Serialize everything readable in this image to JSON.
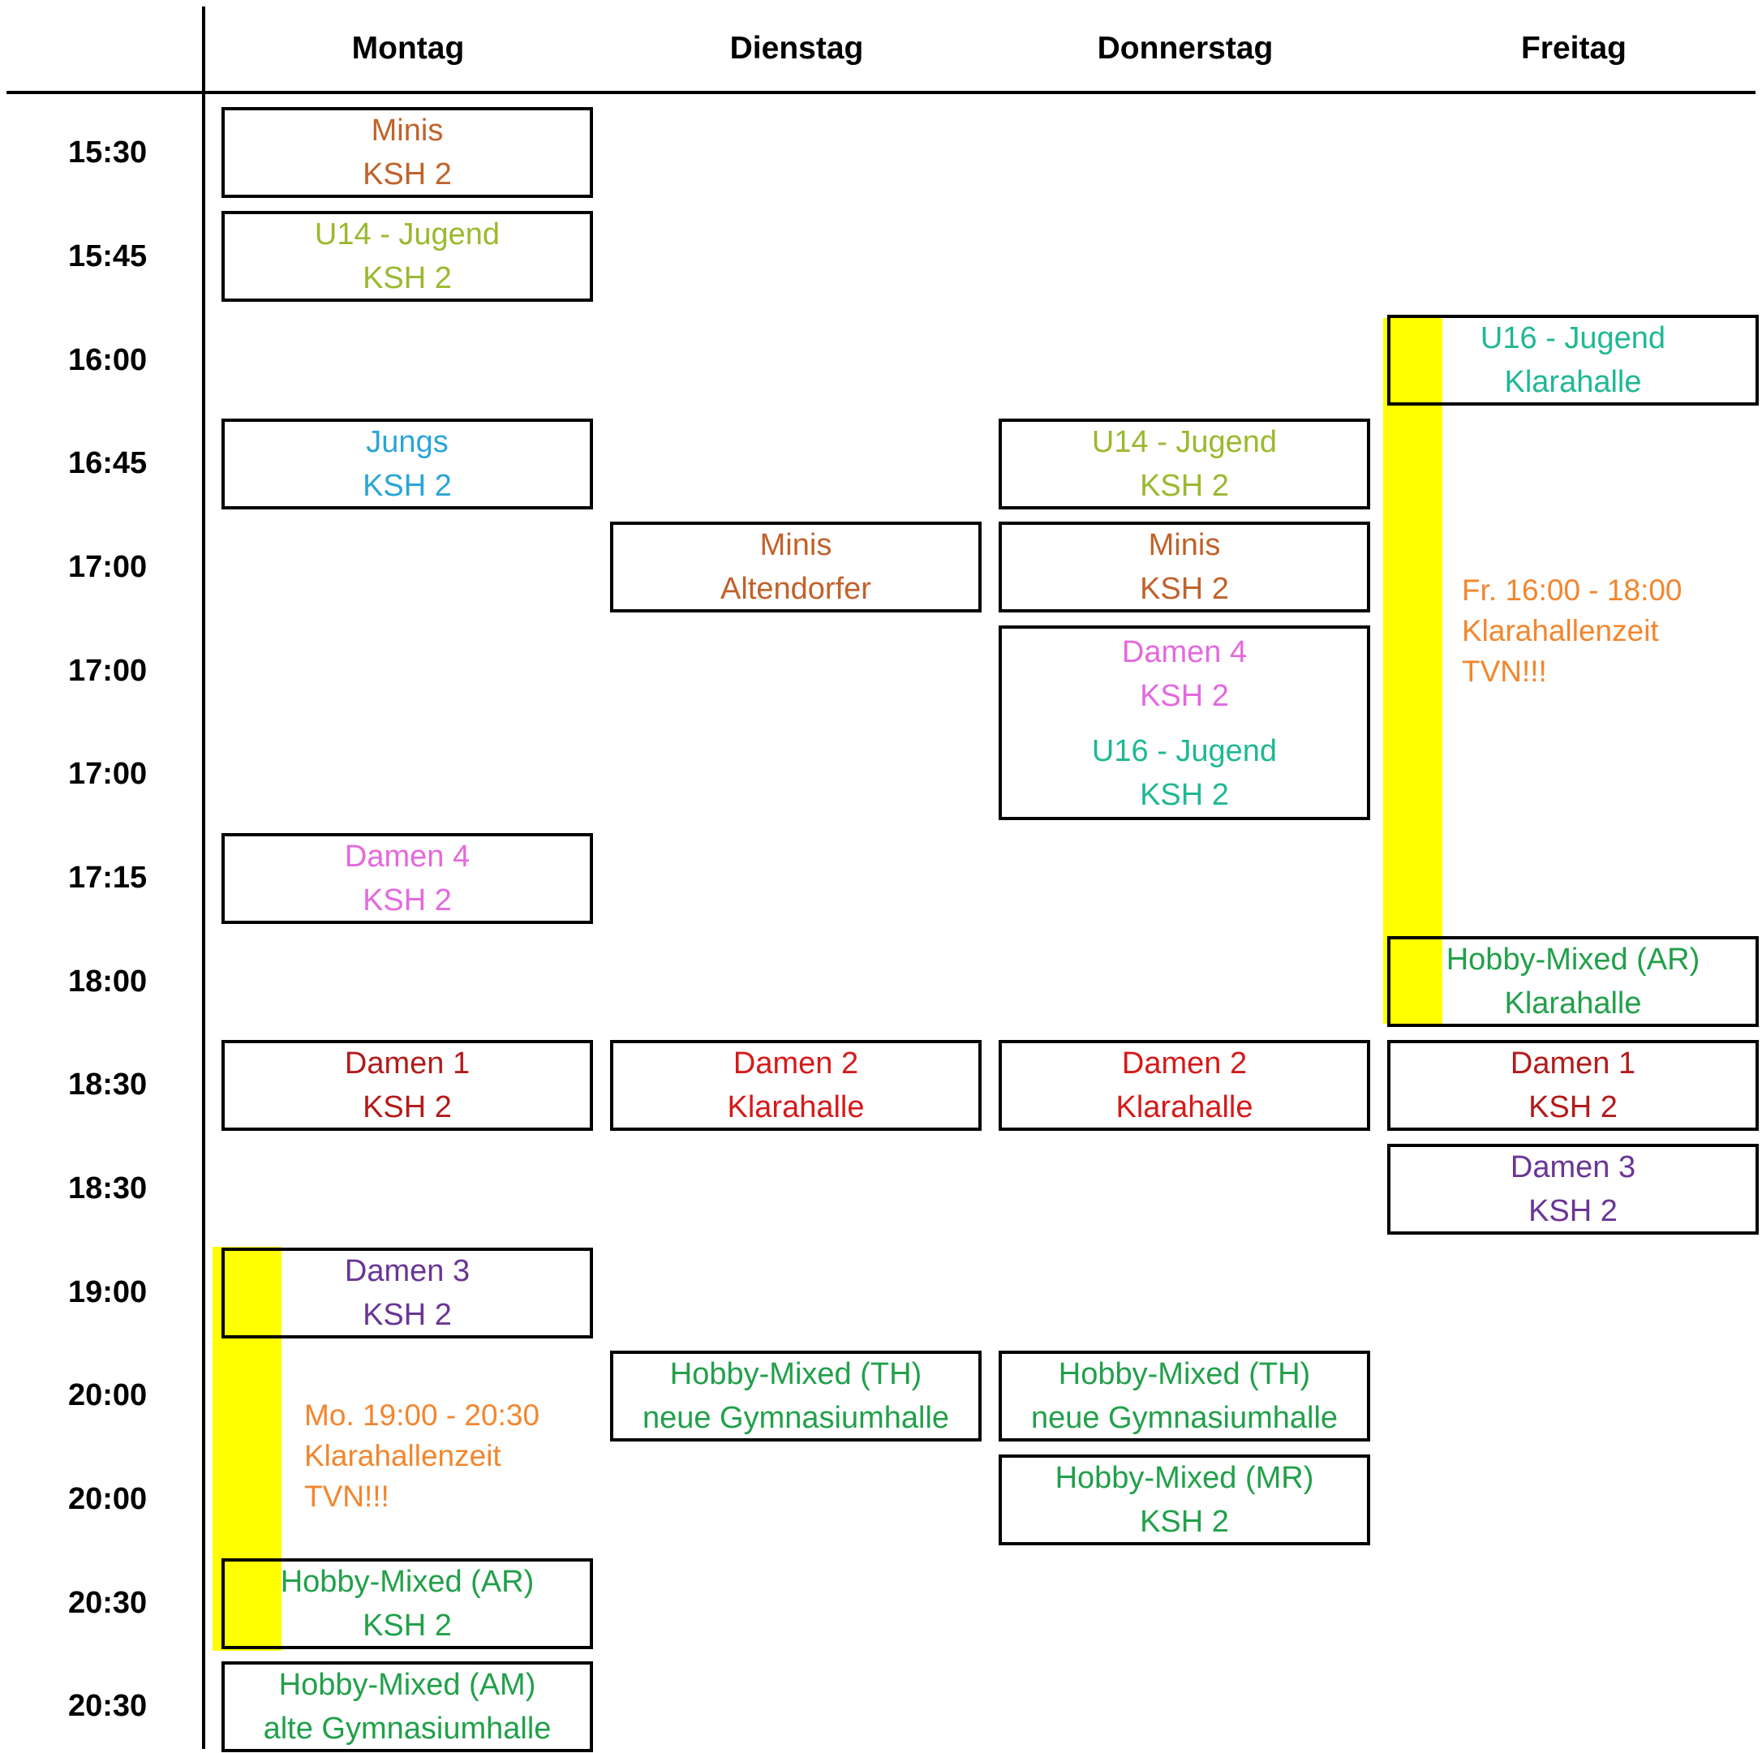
{
  "colors": {
    "minis": "#c0622b",
    "u14": "#9ab92e",
    "u16": "#1fb894",
    "jungs": "#2aa5d8",
    "damen1": "#b31b1b",
    "damen2": "#d51a1a",
    "damen3": "#6a3596",
    "damen4": "#e469de",
    "hobby": "#22a04a",
    "note": "#f2862e",
    "highlight": "#ffff00"
  },
  "days": [
    "Montag",
    "Dienstag",
    "Donnerstag",
    "Freitag"
  ],
  "times": [
    "15:30",
    "15:45",
    "16:00",
    "16:45",
    "17:00",
    "17:00",
    "17:00",
    "17:15",
    "18:00",
    "18:30",
    "18:30",
    "19:00",
    "20:00",
    "20:00",
    "20:30",
    "20:30"
  ],
  "sessions": {
    "mo_minis": [
      "Minis",
      "KSH 2"
    ],
    "mo_u14": [
      "U14 - Jugend",
      "KSH 2"
    ],
    "mo_jungs": [
      "Jungs",
      "KSH 2"
    ],
    "mo_damen4": [
      "Damen 4",
      "KSH 2"
    ],
    "mo_damen1": [
      "Damen 1",
      "KSH 2"
    ],
    "mo_damen3": [
      "Damen 3",
      "KSH 2"
    ],
    "mo_hobby_ar": [
      "Hobby-Mixed (AR)",
      "KSH 2"
    ],
    "mo_hobby_am": [
      "Hobby-Mixed (AM)",
      "alte Gymnasiumhalle"
    ],
    "di_minis": [
      "Minis",
      "Altendorfer"
    ],
    "di_damen2": [
      "Damen 2",
      "Klarahalle"
    ],
    "di_hobby_th": [
      "Hobby-Mixed (TH)",
      "neue Gymnasiumhalle"
    ],
    "do_u14": [
      "U14 - Jugend",
      "KSH 2"
    ],
    "do_minis": [
      "Minis",
      "KSH 2"
    ],
    "do_damen4": [
      "Damen 4",
      "KSH 2"
    ],
    "do_u16": [
      "U16 - Jugend",
      "KSH 2"
    ],
    "do_damen2": [
      "Damen 2",
      "Klarahalle"
    ],
    "do_hobby_th": [
      "Hobby-Mixed (TH)",
      "neue Gymnasiumhalle"
    ],
    "do_hobby_mr": [
      "Hobby-Mixed (MR)",
      "KSH 2"
    ],
    "fr_u16": [
      "U16 - Jugend",
      "Klarahalle"
    ],
    "fr_hobby_ar": [
      "Hobby-Mixed (AR)",
      "Klarahalle"
    ],
    "fr_damen1": [
      "Damen 1",
      "KSH 2"
    ],
    "fr_damen3": [
      "Damen 3",
      "KSH 2"
    ]
  },
  "notes": {
    "monday": [
      "Mo. 19:00 - 20:30",
      "Klarahallenzeit",
      "TVN!!!"
    ],
    "friday": [
      "Fr. 16:00 - 18:00",
      "Klarahallenzeit",
      "TVN!!!"
    ]
  }
}
